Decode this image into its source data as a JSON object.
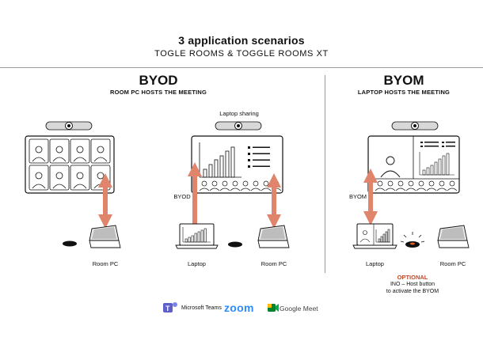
{
  "header": {
    "title": "3 application scenarios",
    "subtitle": "TOGLE ROOMS & TOGGLE ROOMS XT"
  },
  "byod_left": {
    "title": "BYOD",
    "subtitle": "ROOM PC HOSTS THE MEETING",
    "room_pc_label": "Room PC"
  },
  "byod_right": {
    "laptop_sharing_label": "Laptop sharing",
    "byod_side_label": "BYOD",
    "laptop_label": "Laptop",
    "room_pc_label": "Room PC"
  },
  "byom": {
    "title": "BYOM",
    "subtitle": "LAPTOP HOSTS THE MEETING",
    "side_label": "BYOM",
    "laptop_label": "Laptop",
    "room_pc_label": "Room PC",
    "optional_label": "OPTIONAL",
    "optional_line1": "INO – Host button",
    "optional_line2": "to activate the BYOM"
  },
  "logos": {
    "teams": "Microsoft Teams",
    "zoom": "zoom",
    "meet": "Google Meet"
  },
  "colors": {
    "arrow": "#e0856b",
    "accent_red": "#c0492b",
    "line": "#111111"
  }
}
